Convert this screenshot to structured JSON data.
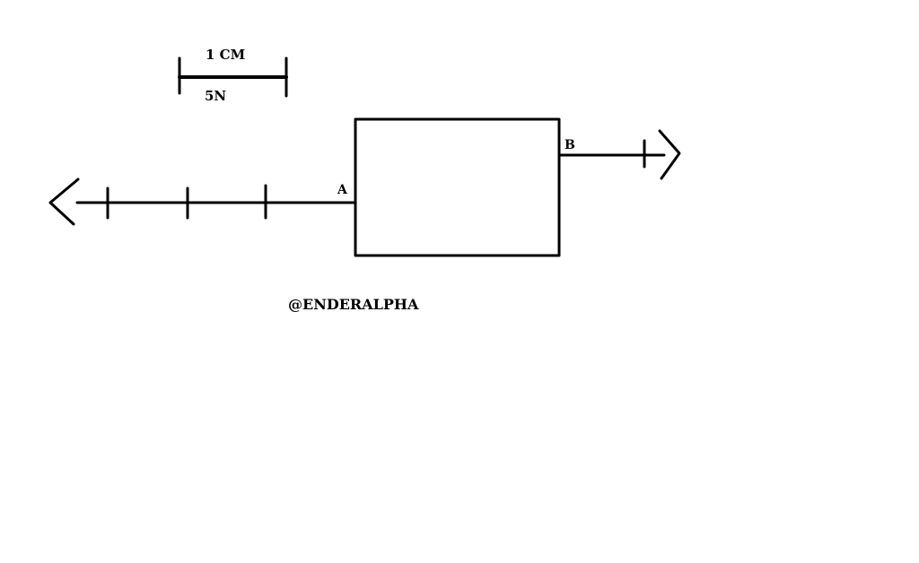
{
  "scale": {
    "length_label": "1 CM",
    "force_label": "5N"
  },
  "points": {
    "a_label": "A",
    "b_label": "B"
  },
  "forces": {
    "left_force_units": 3,
    "right_force_units": 1
  },
  "watermark": "@ENDERALPHA",
  "colors": {
    "ink": "#000000",
    "background": "#ffffff"
  }
}
